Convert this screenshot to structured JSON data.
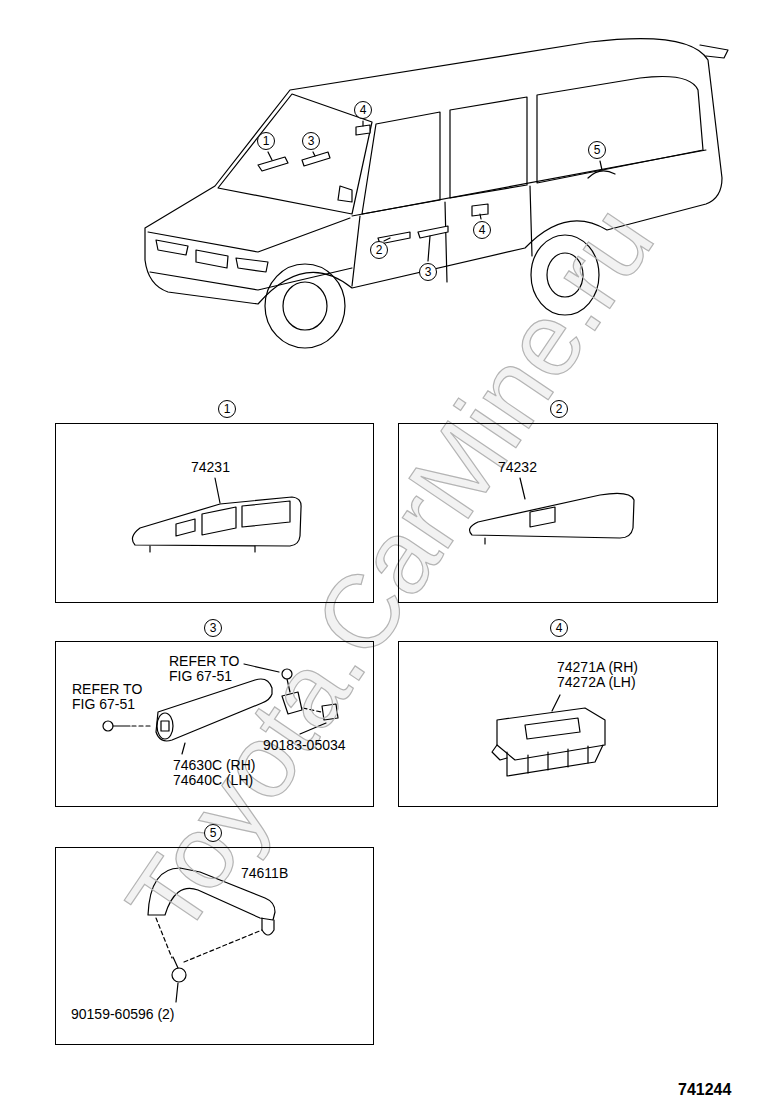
{
  "diagram": {
    "nodes": [
      {
        "text": [
          "1",
          "74231"
        ]
      },
      {
        "text": [
          "2",
          "74232"
        ]
      },
      {
        "text": [
          "3",
          "REFER TO FIG 67-51",
          "REFER TO FIG 67-51",
          "74630C (RH) 74640C (LH)",
          "90183-05034"
        ]
      },
      {
        "text": [
          "4",
          "74271A (RH) 74272A (LH)"
        ]
      },
      {
        "text": [
          "5",
          "74611B",
          "90159-60596 (2)"
        ]
      }
    ],
    "labels": [
      "1",
      "3",
      "4",
      "2",
      "3",
      "4",
      "5",
      "741244",
      "Toyota.CarMine.ru"
    ]
  }
}
